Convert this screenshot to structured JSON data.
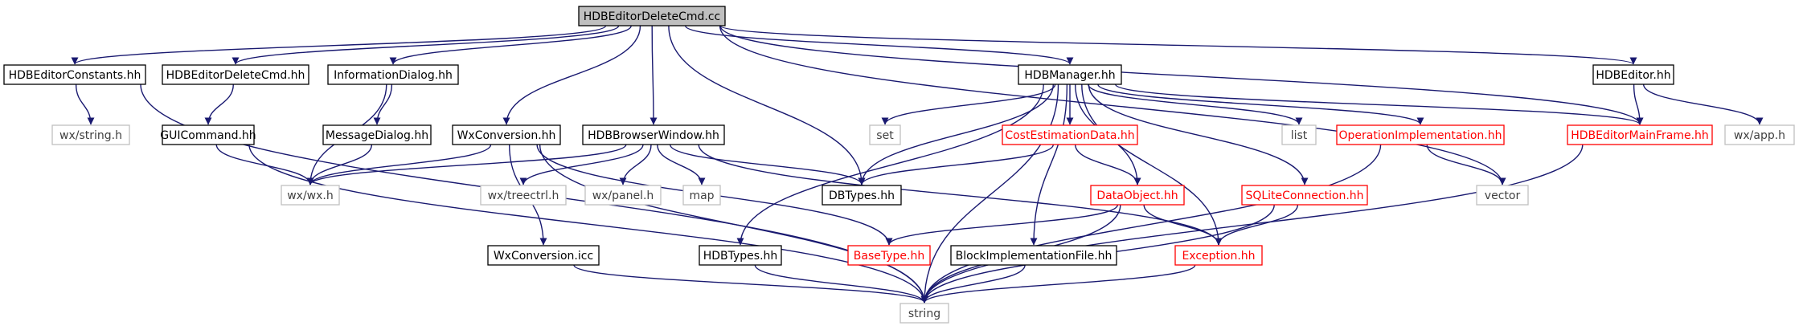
{
  "graph": {
    "edge_color": "#191970",
    "nodes": [
      {
        "id": "root",
        "label": "HDBEditorDeleteCmd.cc",
        "style": "root"
      },
      {
        "id": "constants",
        "label": "HDBEditorConstants.hh",
        "style": "normal"
      },
      {
        "id": "deletecmd",
        "label": "HDBEditorDeleteCmd.hh",
        "style": "normal"
      },
      {
        "id": "infodialog",
        "label": "InformationDialog.hh",
        "style": "normal"
      },
      {
        "id": "hdbmanager",
        "label": "HDBManager.hh",
        "style": "normal"
      },
      {
        "id": "hdbeditor",
        "label": "HDBEditor.hh",
        "style": "normal"
      },
      {
        "id": "wxstring",
        "label": "wx/string.h",
        "style": "external"
      },
      {
        "id": "guicommand",
        "label": "GUICommand.hh",
        "style": "normal"
      },
      {
        "id": "msgdialog",
        "label": "MessageDialog.hh",
        "style": "normal"
      },
      {
        "id": "wxconversion",
        "label": "WxConversion.hh",
        "style": "normal"
      },
      {
        "id": "browserwindow",
        "label": "HDBBrowserWindow.hh",
        "style": "normal"
      },
      {
        "id": "set",
        "label": "set",
        "style": "external"
      },
      {
        "id": "costest",
        "label": "CostEstimationData.hh",
        "style": "truncated"
      },
      {
        "id": "list",
        "label": "list",
        "style": "external"
      },
      {
        "id": "opimpl",
        "label": "OperationImplementation.hh",
        "style": "truncated"
      },
      {
        "id": "mainframe",
        "label": "HDBEditorMainFrame.hh",
        "style": "truncated"
      },
      {
        "id": "wxapp",
        "label": "wx/app.h",
        "style": "external"
      },
      {
        "id": "wxwx",
        "label": "wx/wx.h",
        "style": "external"
      },
      {
        "id": "treectrl",
        "label": "wx/treectrl.h",
        "style": "external"
      },
      {
        "id": "panel",
        "label": "wx/panel.h",
        "style": "external"
      },
      {
        "id": "map",
        "label": "map",
        "style": "external"
      },
      {
        "id": "dbtypes",
        "label": "DBTypes.hh",
        "style": "normal"
      },
      {
        "id": "dataobject",
        "label": "DataObject.hh",
        "style": "truncated"
      },
      {
        "id": "sqlite",
        "label": "SQLiteConnection.hh",
        "style": "truncated"
      },
      {
        "id": "vector",
        "label": "vector",
        "style": "external"
      },
      {
        "id": "wxconvicc",
        "label": "WxConversion.icc",
        "style": "normal"
      },
      {
        "id": "hdbtypes",
        "label": "HDBTypes.hh",
        "style": "normal"
      },
      {
        "id": "basetype",
        "label": "BaseType.hh",
        "style": "truncated"
      },
      {
        "id": "blockimpl",
        "label": "BlockImplementationFile.hh",
        "style": "normal"
      },
      {
        "id": "exception",
        "label": "Exception.hh",
        "style": "truncated"
      },
      {
        "id": "string",
        "label": "string",
        "style": "external"
      }
    ],
    "edges": [
      [
        "root",
        "constants"
      ],
      [
        "root",
        "deletecmd"
      ],
      [
        "root",
        "infodialog"
      ],
      [
        "root",
        "wxconversion"
      ],
      [
        "root",
        "browserwindow"
      ],
      [
        "root",
        "dbtypes"
      ],
      [
        "root",
        "hdbmanager"
      ],
      [
        "root",
        "vector"
      ],
      [
        "root",
        "mainframe"
      ],
      [
        "root",
        "hdbeditor"
      ],
      [
        "constants",
        "wxstring"
      ],
      [
        "constants",
        "string"
      ],
      [
        "deletecmd",
        "guicommand"
      ],
      [
        "guicommand",
        "wxwx"
      ],
      [
        "guicommand",
        "string"
      ],
      [
        "infodialog",
        "msgdialog"
      ],
      [
        "infodialog",
        "wxwx"
      ],
      [
        "msgdialog",
        "wxwx"
      ],
      [
        "wxconversion",
        "wxwx"
      ],
      [
        "wxconversion",
        "wxconvicc"
      ],
      [
        "wxconversion",
        "string"
      ],
      [
        "wxconversion",
        "basetype"
      ],
      [
        "wxconvicc",
        "string"
      ],
      [
        "browserwindow",
        "wxwx"
      ],
      [
        "browserwindow",
        "treectrl"
      ],
      [
        "browserwindow",
        "panel"
      ],
      [
        "browserwindow",
        "map"
      ],
      [
        "browserwindow",
        "dbtypes"
      ],
      [
        "browserwindow",
        "exception"
      ],
      [
        "hdbmanager",
        "set"
      ],
      [
        "hdbmanager",
        "costest"
      ],
      [
        "hdbmanager",
        "list"
      ],
      [
        "hdbmanager",
        "opimpl"
      ],
      [
        "hdbmanager",
        "dbtypes"
      ],
      [
        "hdbmanager",
        "dataobject"
      ],
      [
        "hdbmanager",
        "sqlite"
      ],
      [
        "hdbmanager",
        "exception"
      ],
      [
        "hdbmanager",
        "hdbtypes"
      ],
      [
        "hdbmanager",
        "blockimpl"
      ],
      [
        "hdbmanager",
        "string"
      ],
      [
        "hdbmanager",
        "mainframe"
      ],
      [
        "costest",
        "dbtypes"
      ],
      [
        "costest",
        "dataobject"
      ],
      [
        "opimpl",
        "vector"
      ],
      [
        "opimpl",
        "string"
      ],
      [
        "dataobject",
        "basetype"
      ],
      [
        "dataobject",
        "exception"
      ],
      [
        "dataobject",
        "string"
      ],
      [
        "sqlite",
        "exception"
      ],
      [
        "sqlite",
        "string"
      ],
      [
        "hdbtypes",
        "string"
      ],
      [
        "blockimpl",
        "string"
      ],
      [
        "exception",
        "string"
      ],
      [
        "hdbeditor",
        "mainframe"
      ],
      [
        "hdbeditor",
        "wxapp"
      ],
      [
        "mainframe",
        "string"
      ]
    ]
  }
}
